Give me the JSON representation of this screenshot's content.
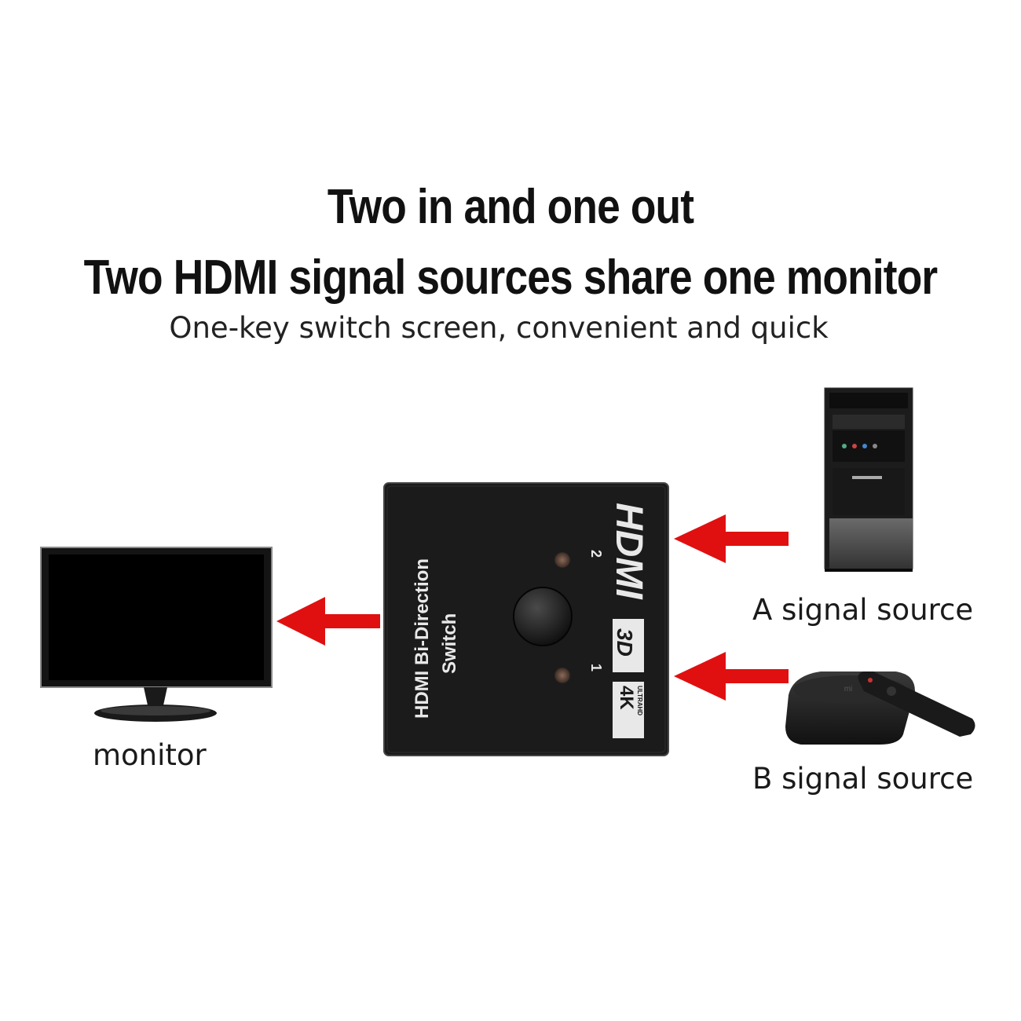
{
  "header": {
    "title_line1": "Two in and one out",
    "title_line2": "Two HDMI signal sources share one monitor",
    "subtitle": "One-key switch screen, convenient and quick"
  },
  "labels": {
    "monitor": "monitor",
    "source_a": "A signal source",
    "source_b": "B signal source"
  },
  "device": {
    "line1": "HDMI Bi-Direction",
    "line2": "Switch",
    "port_2": "2",
    "port_1": "1",
    "brand": "HDMI",
    "badge_3d": "3D",
    "badge_4k": "4K",
    "badge_ultra": "ULTRAHD"
  },
  "colors": {
    "arrow": "#e01010",
    "device_body": "#1b1b1b",
    "text": "#111111"
  },
  "icons": [
    "monitor-icon",
    "pc-tower-icon",
    "tv-box-icon",
    "remote-control-icon",
    "arrow-left-icon"
  ]
}
